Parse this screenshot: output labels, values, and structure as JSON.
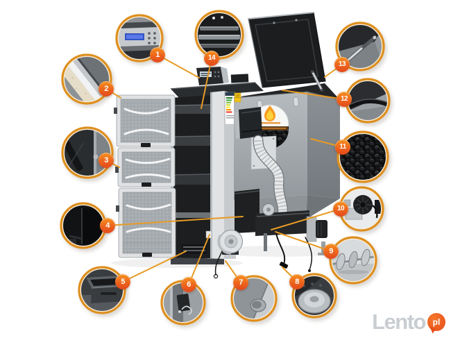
{
  "image_subject": "annotated product photo of a solid-fuel pellet boiler with fuel hopper and 14 numbered detail callouts",
  "callouts": [
    {
      "number": "1",
      "name": "controller-closeup"
    },
    {
      "number": "2",
      "name": "door-insulation-closeup"
    },
    {
      "number": "3",
      "name": "door-hinge-handle-closeup"
    },
    {
      "number": "4",
      "name": "chamber-interior-closeup"
    },
    {
      "number": "5",
      "name": "ash-drawer-closeup"
    },
    {
      "number": "6",
      "name": "door-latch-spring-closeup"
    },
    {
      "number": "7",
      "name": "pipe-stub-closeup"
    },
    {
      "number": "8",
      "name": "fan-housing-closeup"
    },
    {
      "number": "9",
      "name": "feeder-auger-closeup"
    },
    {
      "number": "10",
      "name": "gear-motor-closeup"
    },
    {
      "number": "11",
      "name": "eco-pea-coal-fuel-closeup"
    },
    {
      "number": "12",
      "name": "hopper-lid-edge-closeup"
    },
    {
      "number": "13",
      "name": "lid-gas-spring-closeup"
    },
    {
      "number": "14",
      "name": "heat-exchanger-baffles-closeup"
    }
  ],
  "watermark": {
    "brand": "Lento",
    "badge": "pl"
  },
  "colors": {
    "background": "#ffffff",
    "callout_badge_top": "#f6921e",
    "callout_badge_bottom": "#e3491c",
    "detail_ring": "#de8f1f",
    "connector_line": "#e79b25",
    "watermark_text": "#c7cbd0",
    "watermark_badge": "#e84c1a",
    "boiler_body": "#a6abb0",
    "boiler_interior": "#1c1e20",
    "hopper_lid": "#1b1d1f"
  }
}
